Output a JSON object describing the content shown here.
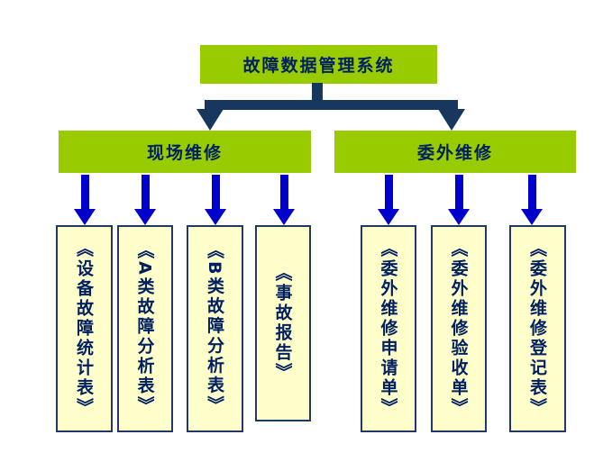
{
  "diagram": {
    "root": {
      "label": "故障数据管理系统"
    },
    "branches": [
      {
        "label": "现场维修",
        "children": [
          "《设备故障统计表》",
          "《A类故障分析表》",
          "《B类故障分析表》",
          "《事故报告》"
        ]
      },
      {
        "label": "委外维修",
        "children": [
          "《委外维修申请单》",
          "《委外维修验收单》",
          "《委外维修登记表》"
        ]
      }
    ],
    "colors": {
      "node_fill": "#99CC00",
      "leaf_fill": "#FFFFCC",
      "leaf_border": "#1F3864",
      "text": "#002060",
      "connector_dark": "#17375E",
      "arrow_blue": "#0000CC"
    }
  }
}
